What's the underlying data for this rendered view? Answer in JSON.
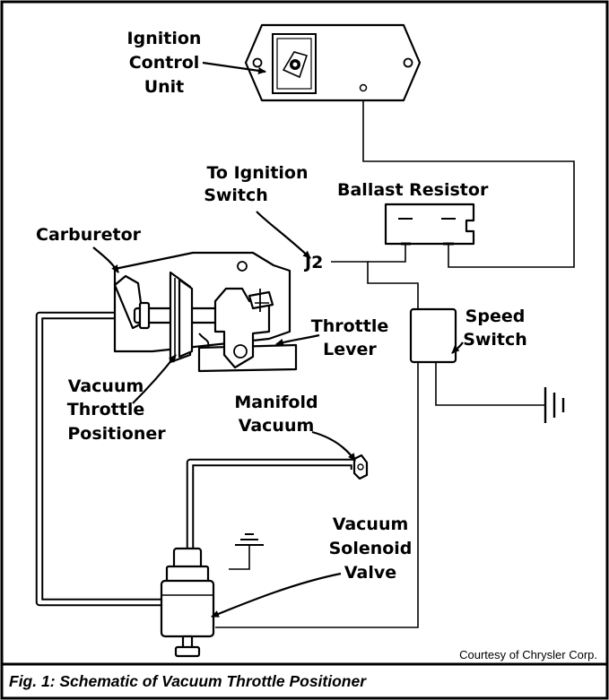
{
  "labels": {
    "ignition_control_unit": [
      "Ignition",
      "Control",
      "Unit"
    ],
    "to_ignition_switch": [
      "To Ignition",
      "Switch"
    ],
    "ballast_resistor": "Ballast  Resistor",
    "carburetor": "Carburetor",
    "j2": "J2",
    "throttle_lever": [
      "Throttle",
      "Lever"
    ],
    "speed_switch": [
      "Speed",
      "Switch"
    ],
    "vacuum_throttle_positioner": [
      "Vacuum",
      "Throttle",
      "Positioner"
    ],
    "manifold_vacuum": [
      "Manifold",
      "Vacuum"
    ],
    "vacuum_solenoid_valve": [
      "Vacuum",
      "Solenoid",
      "Valve"
    ]
  },
  "credit": "Courtesy of Chrysler Corp.",
  "caption": "Fig. 1:  Schematic of Vacuum Throttle Positioner"
}
